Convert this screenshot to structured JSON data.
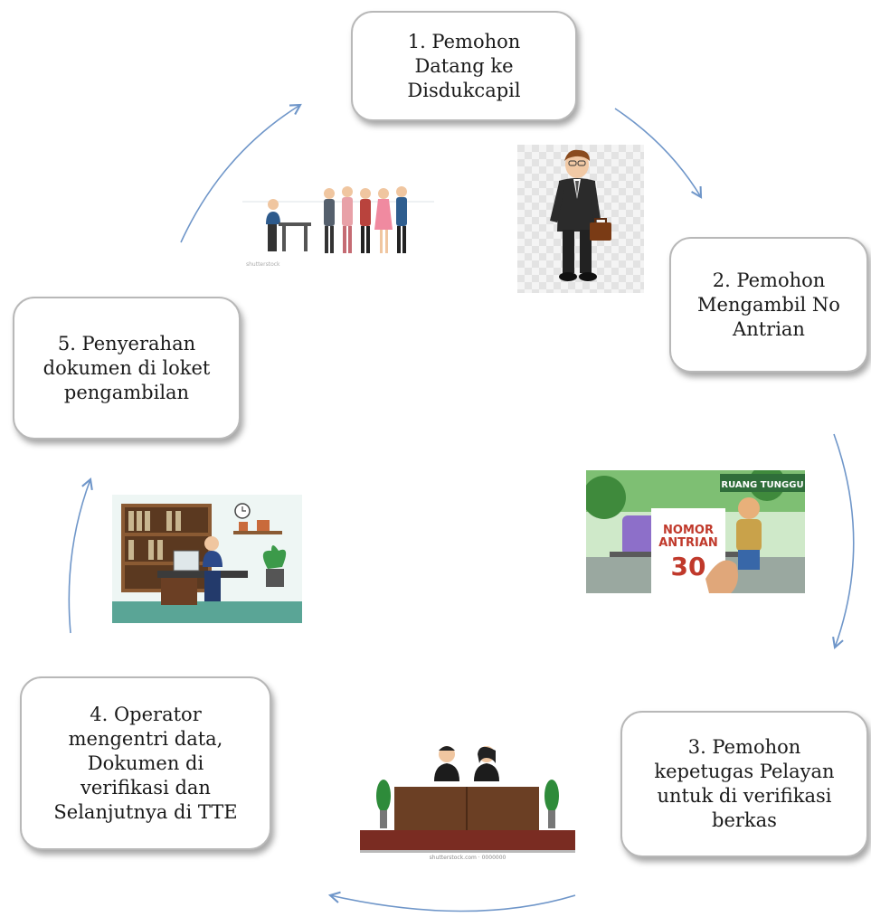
{
  "steps": [
    {
      "id": 1,
      "label": "1. Pemohon\nDatang ke\nDisdukcapil"
    },
    {
      "id": 2,
      "label": "2. Pemohon\nMengambil No\nAntrian"
    },
    {
      "id": 3,
      "label": "3. Pemohon\nkepetugas Pelayan\nuntuk di verifikasi\nberkas"
    },
    {
      "id": 4,
      "label": "4. Operator\nmengentri data,\nDokumen di\nverifikasi dan\nSelanjutnya di TTE"
    },
    {
      "id": 5,
      "label": "5. Penyerahan\ndokumen di loket\npengambilan"
    }
  ],
  "illustrations": {
    "queue_sign": {
      "line1": "NOMOR",
      "line2": "ANTRIAN",
      "number": "30",
      "banner": "RUANG TUNGGU"
    },
    "crowd_caption": "shutterstock",
    "reception_caption": "shutterstock.com · 0000000"
  },
  "colors": {
    "arrow": "#6f96c9",
    "box_border": "#b8b8b8",
    "sign_red": "#c0392b"
  }
}
